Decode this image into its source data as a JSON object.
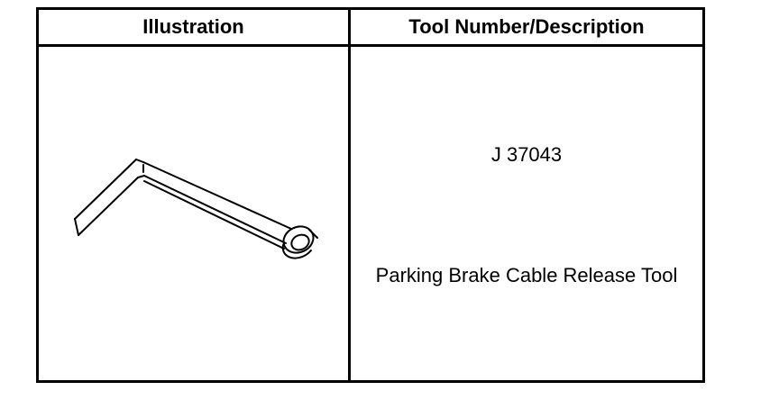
{
  "table": {
    "headers": {
      "illustration": "Illustration",
      "tool_number_description": "Tool Number/Description"
    },
    "rows": [
      {
        "illustration_icon": "parking-brake-cable-release-tool-icon",
        "tool_number": "J 37043",
        "description": "Parking Brake Cable Release Tool"
      }
    ]
  }
}
